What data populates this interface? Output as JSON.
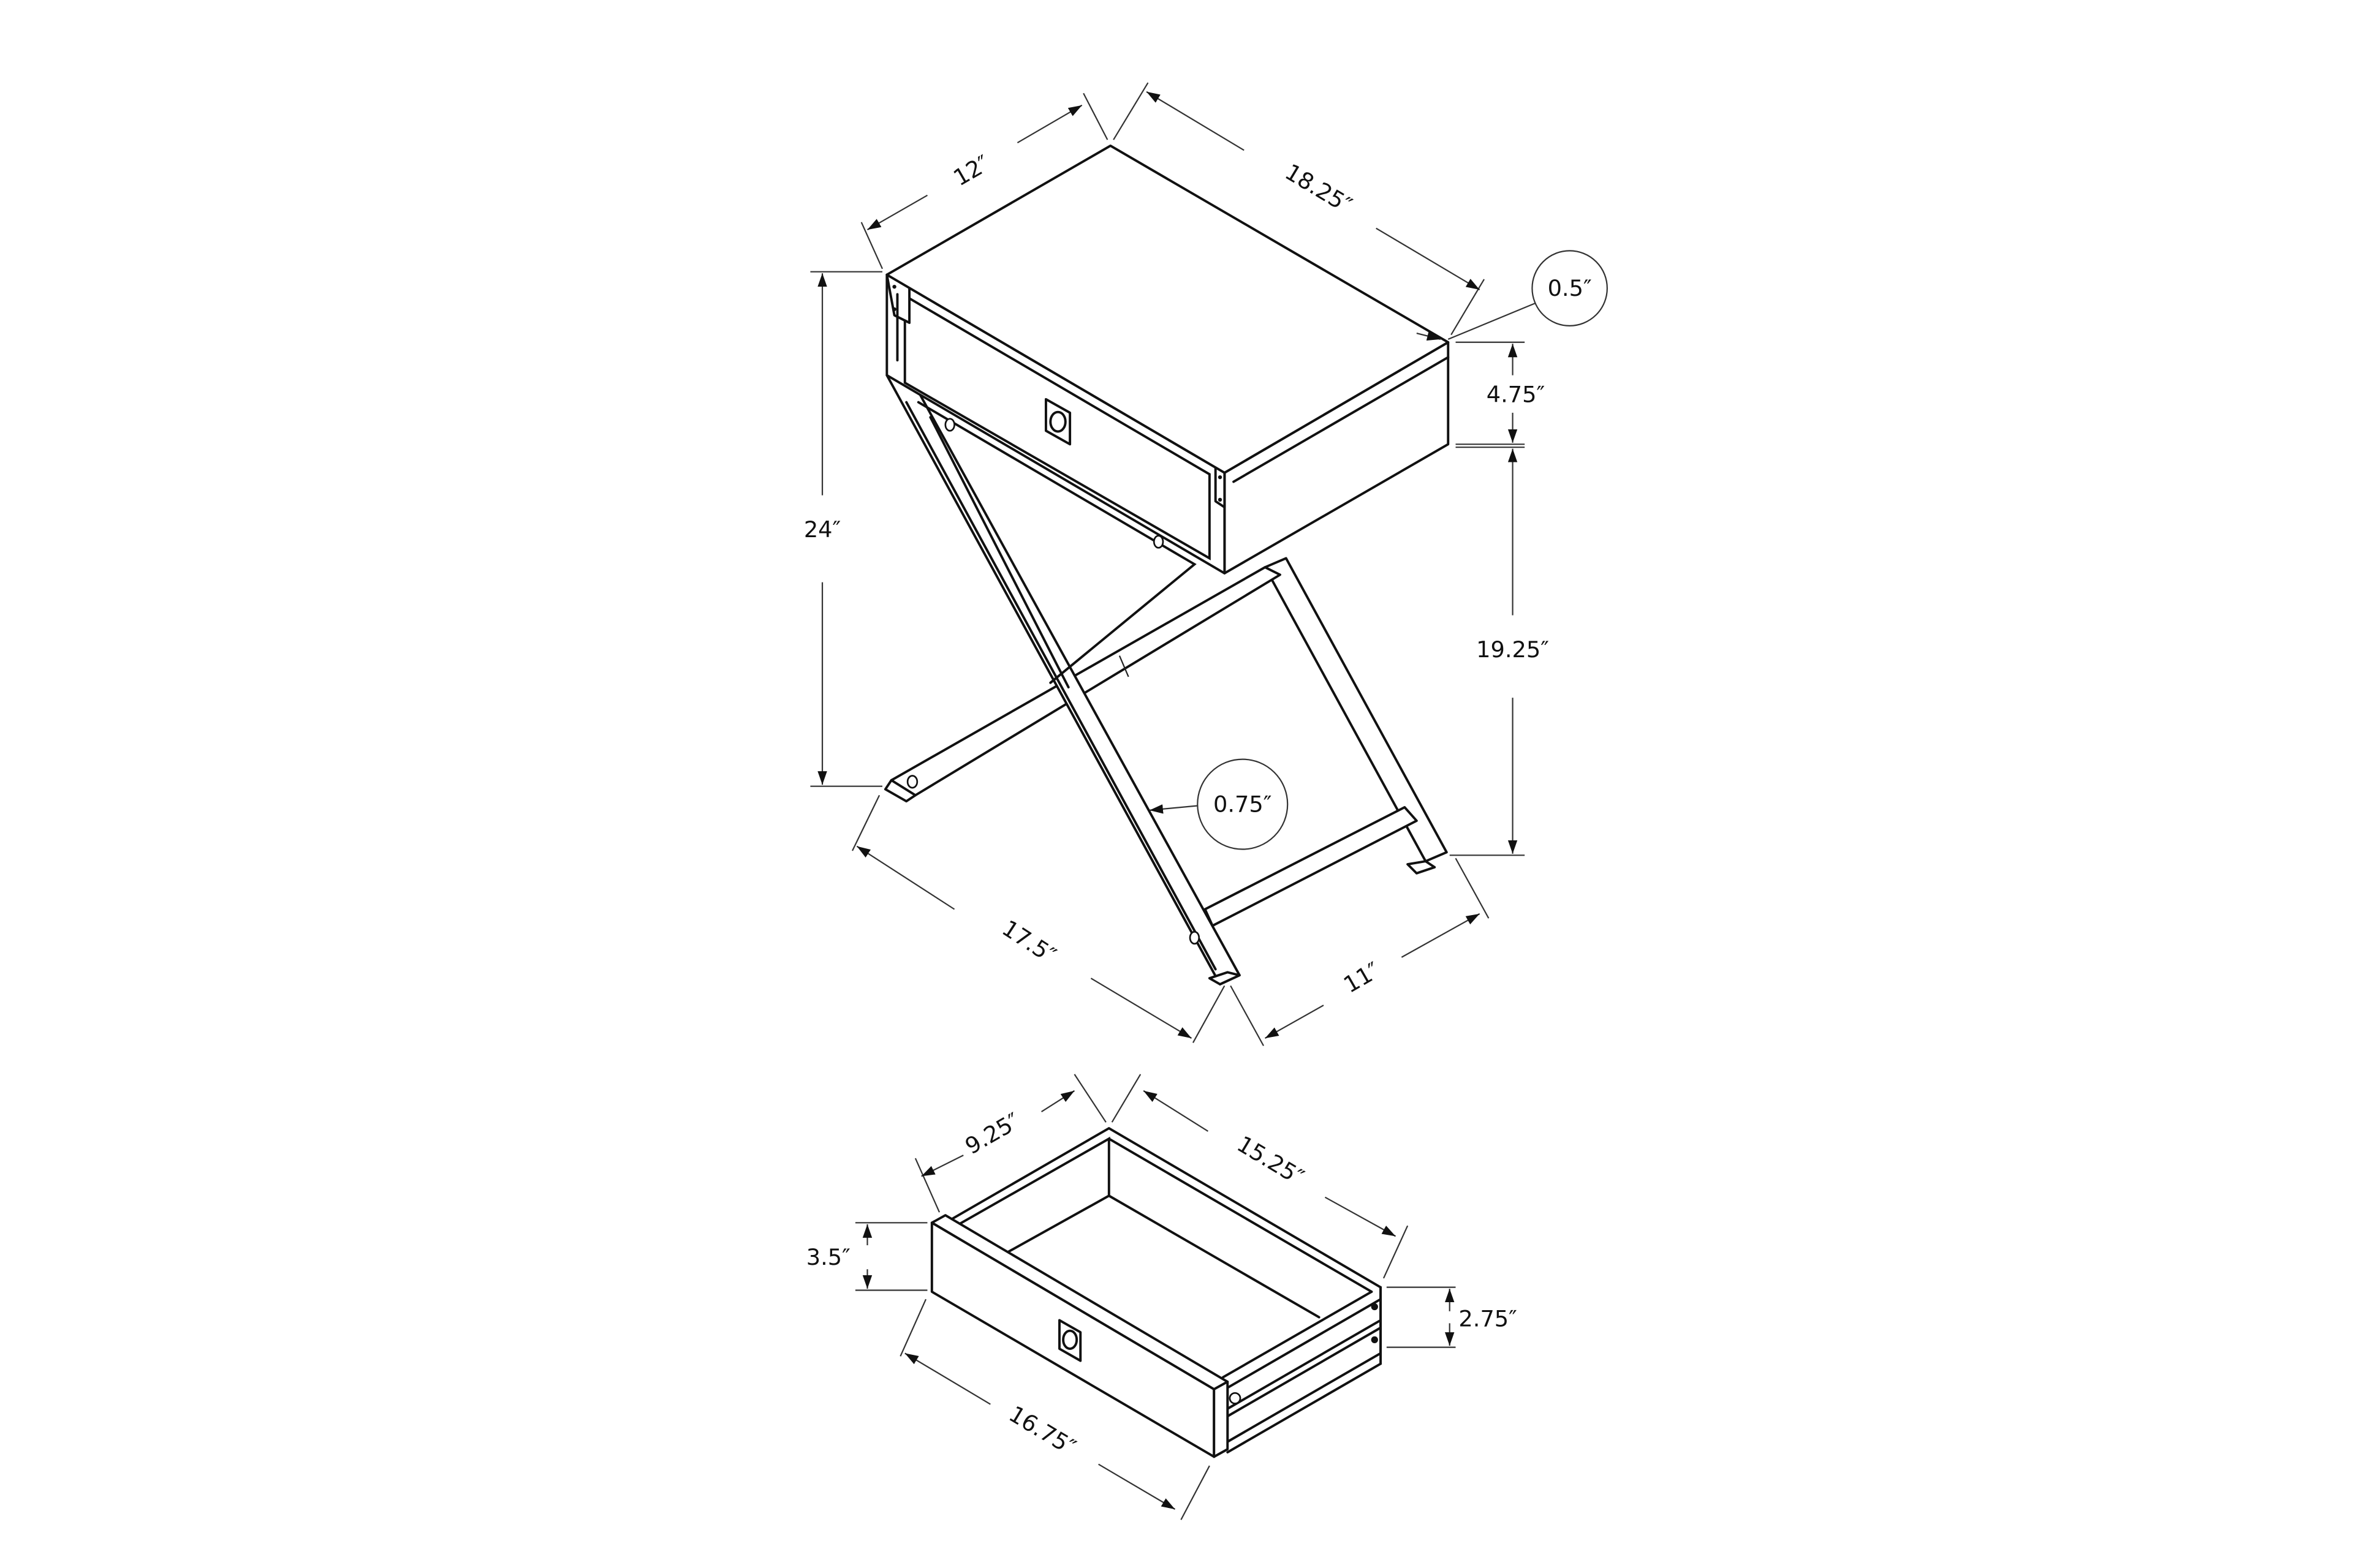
{
  "drawing": {
    "subject": "X-leg accent table with drawer — dimension drawing",
    "units": "inches",
    "background": "#ffffff",
    "line_color": "#111111"
  },
  "table": {
    "dimensions": {
      "depth": "12″",
      "width": "18.25″",
      "top_thickness": "0.5″",
      "apron_height": "4.75″",
      "overall_height": "24″",
      "leg_clearance_height": "19.25″",
      "leg_width": "0.75″",
      "base_length": "17.5″",
      "base_depth": "11″"
    }
  },
  "drawer": {
    "dimensions": {
      "inner_depth": "9.25″",
      "inner_length": "15.25″",
      "front_height": "3.5″",
      "side_height": "2.75″",
      "overall_length": "16.75″"
    }
  }
}
